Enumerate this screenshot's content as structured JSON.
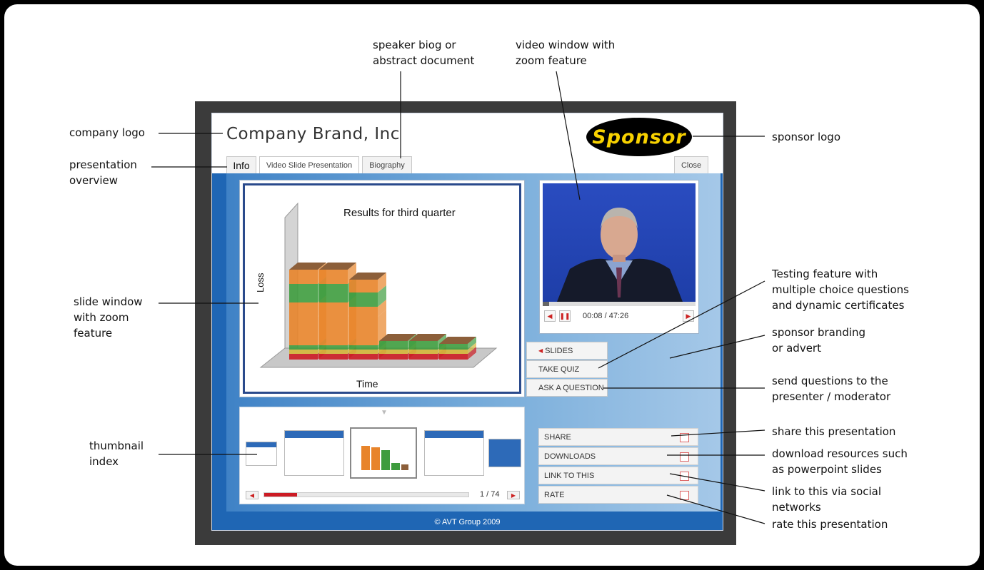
{
  "annotations": {
    "speaker_biog": "speaker biog or\nabstract document",
    "video_window": "video window with\nzoom feature",
    "company_logo": "company logo",
    "sponsor_logo": "sponsor logo",
    "presentation_overview": "presentation\noverview",
    "testing_feature": "Testing feature with\nmultiple choice questions\nand dynamic certificates",
    "sponsor_branding": "sponsor branding\nor advert",
    "slide_window": "slide window\nwith zoom\nfeature",
    "send_questions": "send questions to the\npresenter / moderator",
    "thumbnail_index": "thumbnail\nindex",
    "share": "share this presentation",
    "download": "download resources such\nas powerpoint slides",
    "link": "link to this via social\nnetworks",
    "rate": "rate this presentation"
  },
  "player": {
    "brand": "Company Brand, Inc",
    "sponsor": "Sponsor",
    "tabs": {
      "info": "Info",
      "video_slide": "Video Slide Presentation",
      "biography": "Biography",
      "close": "Close"
    },
    "slide": {
      "title": "Results for third quarter",
      "ylabel": "Loss",
      "xlabel": "Time"
    },
    "video": {
      "time": "00:08 / 47:26",
      "progress": 0.003
    },
    "side_buttons": {
      "slides": "SLIDES",
      "take_quiz": "TAKE QUIZ",
      "ask_question": "ASK A QUESTION"
    },
    "thumbnails": {
      "page": "1 / 74",
      "progress": 0.16
    },
    "actions": {
      "share": "SHARE",
      "downloads": "DOWNLOADS",
      "link": "LINK TO THIS",
      "rate": "RATE"
    },
    "footer": "© AVT Group 2009"
  },
  "colors": {
    "player_blue": "#1f66b4",
    "accent_red": "#cc1b24",
    "sponsor_yellow": "#f7d100"
  }
}
